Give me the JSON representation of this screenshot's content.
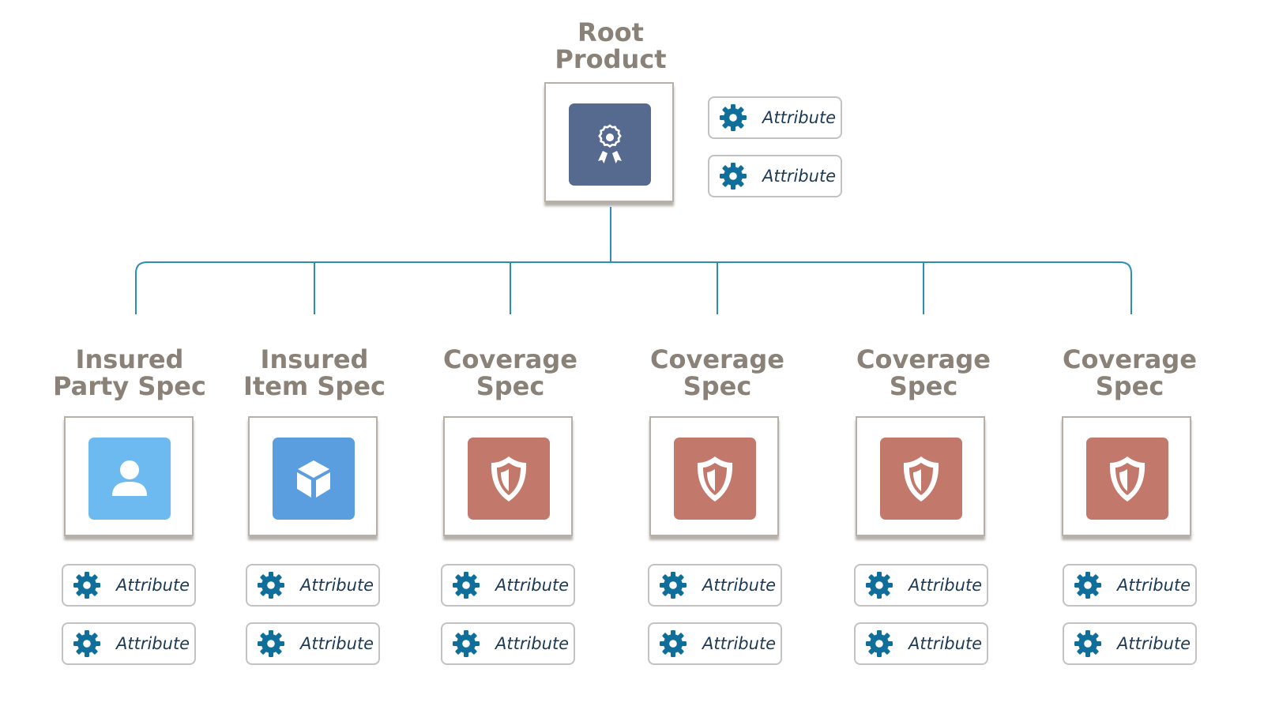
{
  "root": {
    "title_lines": [
      "Root",
      "Product"
    ],
    "icon": "award-icon",
    "tile_color": "#56698f",
    "attributes": [
      {
        "label": "Attribute",
        "icon": "gear-icon"
      },
      {
        "label": "Attribute",
        "icon": "gear-icon"
      }
    ]
  },
  "children": [
    {
      "title_lines": [
        "Insured",
        "Party Spec"
      ],
      "icon": "user-icon",
      "tile_color": "#6cbaf0",
      "attributes": [
        {
          "label": "Attribute",
          "icon": "gear-icon"
        },
        {
          "label": "Attribute",
          "icon": "gear-icon"
        }
      ]
    },
    {
      "title_lines": [
        "Insured",
        "Item Spec"
      ],
      "icon": "cube-icon",
      "tile_color": "#5b9ee0",
      "attributes": [
        {
          "label": "Attribute",
          "icon": "gear-icon"
        },
        {
          "label": "Attribute",
          "icon": "gear-icon"
        }
      ]
    },
    {
      "title_lines": [
        "Coverage",
        "Spec"
      ],
      "icon": "shield-icon",
      "tile_color": "#c2786a",
      "attributes": [
        {
          "label": "Attribute",
          "icon": "gear-icon"
        },
        {
          "label": "Attribute",
          "icon": "gear-icon"
        }
      ]
    },
    {
      "title_lines": [
        "Coverage",
        "Spec"
      ],
      "icon": "shield-icon",
      "tile_color": "#c2786a",
      "attributes": [
        {
          "label": "Attribute",
          "icon": "gear-icon"
        },
        {
          "label": "Attribute",
          "icon": "gear-icon"
        }
      ]
    },
    {
      "title_lines": [
        "Coverage",
        "Spec"
      ],
      "icon": "shield-icon",
      "tile_color": "#c2786a",
      "attributes": [
        {
          "label": "Attribute",
          "icon": "gear-icon"
        },
        {
          "label": "Attribute",
          "icon": "gear-icon"
        }
      ]
    },
    {
      "title_lines": [
        "Coverage",
        "Spec"
      ],
      "icon": "shield-icon",
      "tile_color": "#c2786a",
      "attributes": [
        {
          "label": "Attribute",
          "icon": "gear-icon"
        },
        {
          "label": "Attribute",
          "icon": "gear-icon"
        }
      ]
    }
  ],
  "colors": {
    "connector": "#2a8fb0",
    "gear": "#0f6e9a",
    "title_text": "#8a8278",
    "attribute_text": "#1b3a57"
  }
}
